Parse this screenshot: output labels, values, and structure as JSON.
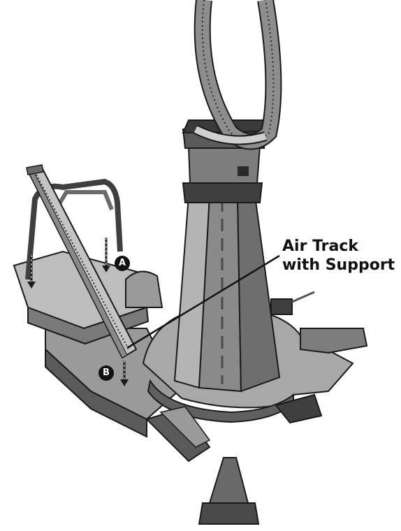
{
  "callout": {
    "line1": "Air Track",
    "line2": "with Support"
  },
  "markers": {
    "a": "A",
    "b": "B"
  },
  "colors": {
    "dark": "#3f3f3f",
    "mid": "#7d7d7d",
    "light": "#b4b4b4",
    "pale": "#d6d6d6",
    "outline": "#1a1a1a"
  }
}
